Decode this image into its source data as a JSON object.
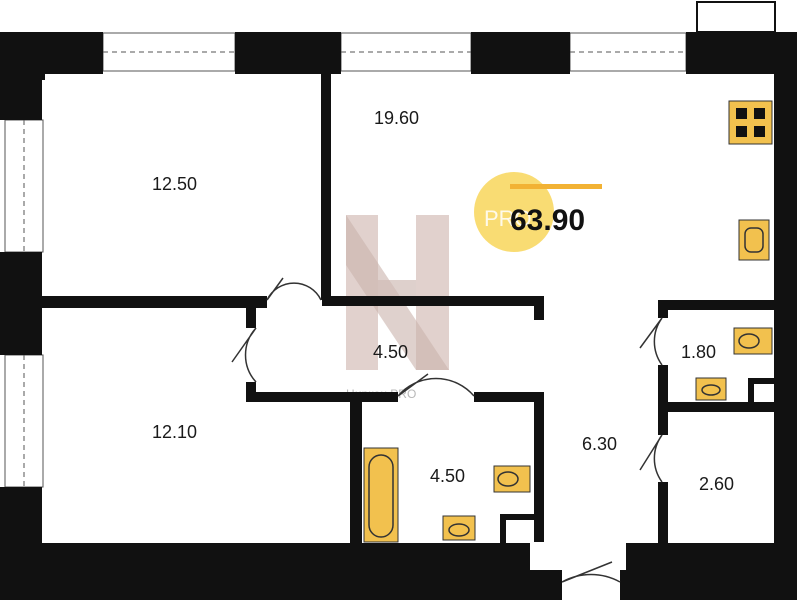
{
  "total_area": "63.90",
  "watermark": {
    "badge_text": "PRO",
    "caption": "Циркон PRO"
  },
  "rooms": [
    {
      "id": "bedroom-top-left",
      "area": "12.50"
    },
    {
      "id": "kitchen-living",
      "area": "19.60"
    },
    {
      "id": "corridor",
      "area": "4.50"
    },
    {
      "id": "bedroom-bottom-left",
      "area": "12.10"
    },
    {
      "id": "bathroom",
      "area": "4.50"
    },
    {
      "id": "hall",
      "area": "6.30"
    },
    {
      "id": "toilet",
      "area": "1.80"
    },
    {
      "id": "storage",
      "area": "2.60"
    }
  ],
  "colors": {
    "wall": "#111111",
    "fixture": "#f2c14e",
    "badge": "#f8d65a",
    "watermark": "#d9c8c4"
  }
}
